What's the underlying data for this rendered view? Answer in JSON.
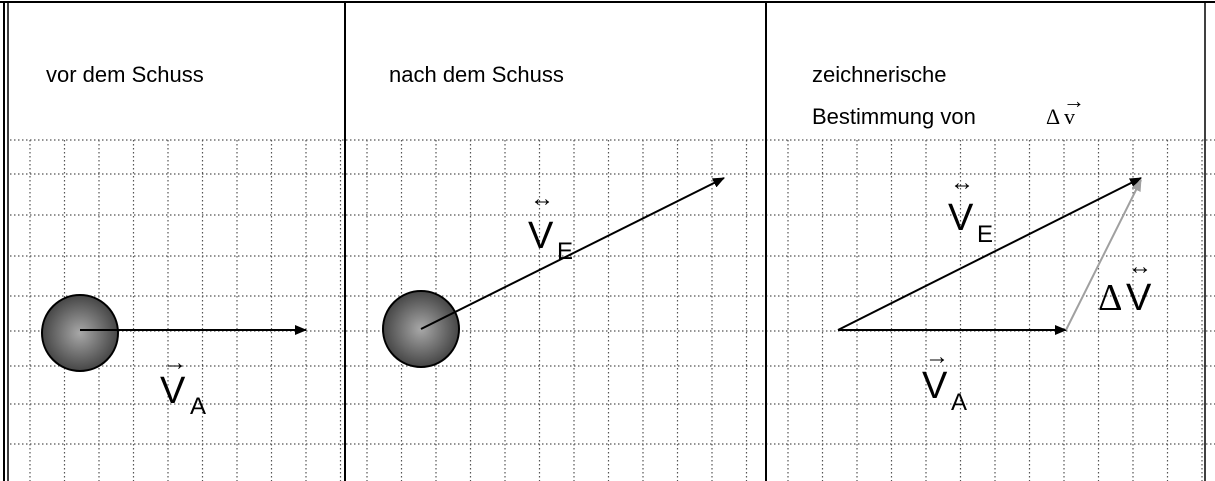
{
  "colors": {
    "frame": "#000000",
    "grid": "#555555",
    "arrow": "#000000",
    "delta_arrow": "#a0a0a0",
    "ball_light": "#a8a8a8",
    "ball_dark": "#3c3c3c"
  },
  "panels": [
    {
      "header": [
        "vor dem Schuss"
      ]
    },
    {
      "header": [
        "nach dem Schuss"
      ]
    },
    {
      "header": [
        "zeichnerische",
        "Bestimmung von"
      ]
    }
  ],
  "header_symbol": {
    "delta": "Δ",
    "letter": "v",
    "arrow": "→"
  },
  "labels": {
    "v_a": {
      "letter": "V",
      "sub": "A",
      "arrow": "→"
    },
    "v_e": {
      "letter": "V",
      "sub": "E",
      "arrow": "↔"
    },
    "delta_v": {
      "delta": "Δ",
      "letter": "V",
      "arrow": "↔"
    }
  }
}
